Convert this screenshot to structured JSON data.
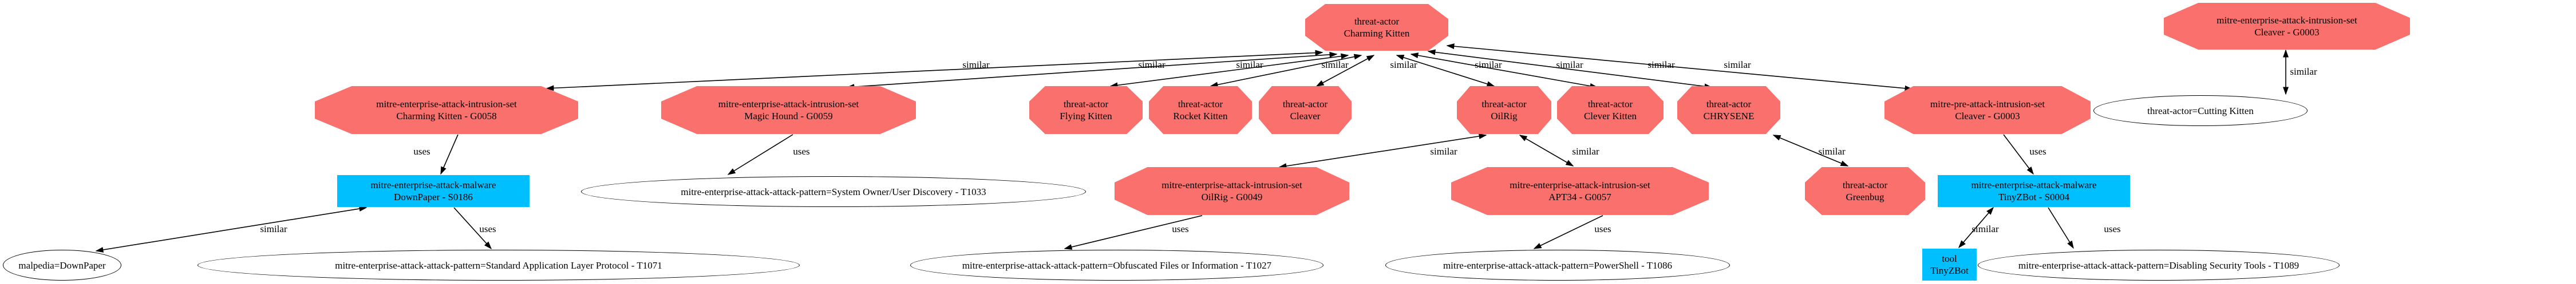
{
  "graph": {
    "colors": {
      "threat_node": "#f9706c",
      "malware_node": "#00bfff",
      "reference_node": "#ffffff",
      "edge": "#000000"
    },
    "nodes": [
      {
        "type": "threat-actor",
        "name": "Charming Kitten"
      },
      {
        "type": "mitre-enterprise-attack-intrusion-set",
        "name": "Cleaver - G0003"
      },
      {
        "type": "mitre-enterprise-attack-intrusion-set",
        "name": "Charming Kitten - G0058"
      },
      {
        "type": "mitre-enterprise-attack-intrusion-set",
        "name": "Magic Hound - G0059"
      },
      {
        "type": "threat-actor",
        "name": "Flying Kitten"
      },
      {
        "type": "threat-actor",
        "name": "Rocket Kitten"
      },
      {
        "type": "threat-actor",
        "name": "Cleaver"
      },
      {
        "type": "threat-actor",
        "name": "OilRig"
      },
      {
        "type": "threat-actor",
        "name": "Clever Kitten"
      },
      {
        "type": "threat-actor",
        "name": "CHRYSENE"
      },
      {
        "type": "mitre-pre-attack-intrusion-set",
        "name": "Cleaver - G0003"
      },
      {
        "label": "threat-actor=Cutting Kitten"
      },
      {
        "type": "mitre-enterprise-attack-malware",
        "name": "DownPaper - S0186"
      },
      {
        "label": "mitre-enterprise-attack-attack-pattern=System Owner/User Discovery - T1033"
      },
      {
        "type": "mitre-enterprise-attack-intrusion-set",
        "name": "OilRig - G0049"
      },
      {
        "type": "mitre-enterprise-attack-intrusion-set",
        "name": "APT34 - G0057"
      },
      {
        "type": "threat-actor",
        "name": "Greenbug"
      },
      {
        "type": "mitre-enterprise-attack-malware",
        "name": "TinyZBot - S0004"
      },
      {
        "label": "malpedia=DownPaper"
      },
      {
        "label": "mitre-enterprise-attack-attack-pattern=Standard Application Layer Protocol - T1071"
      },
      {
        "label": "mitre-enterprise-attack-attack-pattern=Obfuscated Files or Information - T1027"
      },
      {
        "label": "mitre-enterprise-attack-attack-pattern=PowerShell - T1086"
      },
      {
        "type": "tool",
        "name": "TinyZBot"
      },
      {
        "label": "mitre-enterprise-attack-attack-pattern=Disabling Security Tools - T1089"
      }
    ],
    "edges": [
      {
        "label": "similar"
      },
      {
        "label": "similar"
      },
      {
        "label": "similar"
      },
      {
        "label": "similar"
      },
      {
        "label": "similar"
      },
      {
        "label": "similar"
      },
      {
        "label": "similar"
      },
      {
        "label": "similar"
      },
      {
        "label": "similar"
      },
      {
        "label": "similar"
      },
      {
        "label": "uses"
      },
      {
        "label": "uses"
      },
      {
        "label": "similar"
      },
      {
        "label": "uses"
      },
      {
        "label": "similar"
      },
      {
        "label": "similar"
      },
      {
        "label": "similar"
      },
      {
        "label": "uses"
      },
      {
        "label": "uses"
      },
      {
        "label": "uses"
      },
      {
        "label": "similar"
      },
      {
        "label": "uses"
      }
    ]
  }
}
